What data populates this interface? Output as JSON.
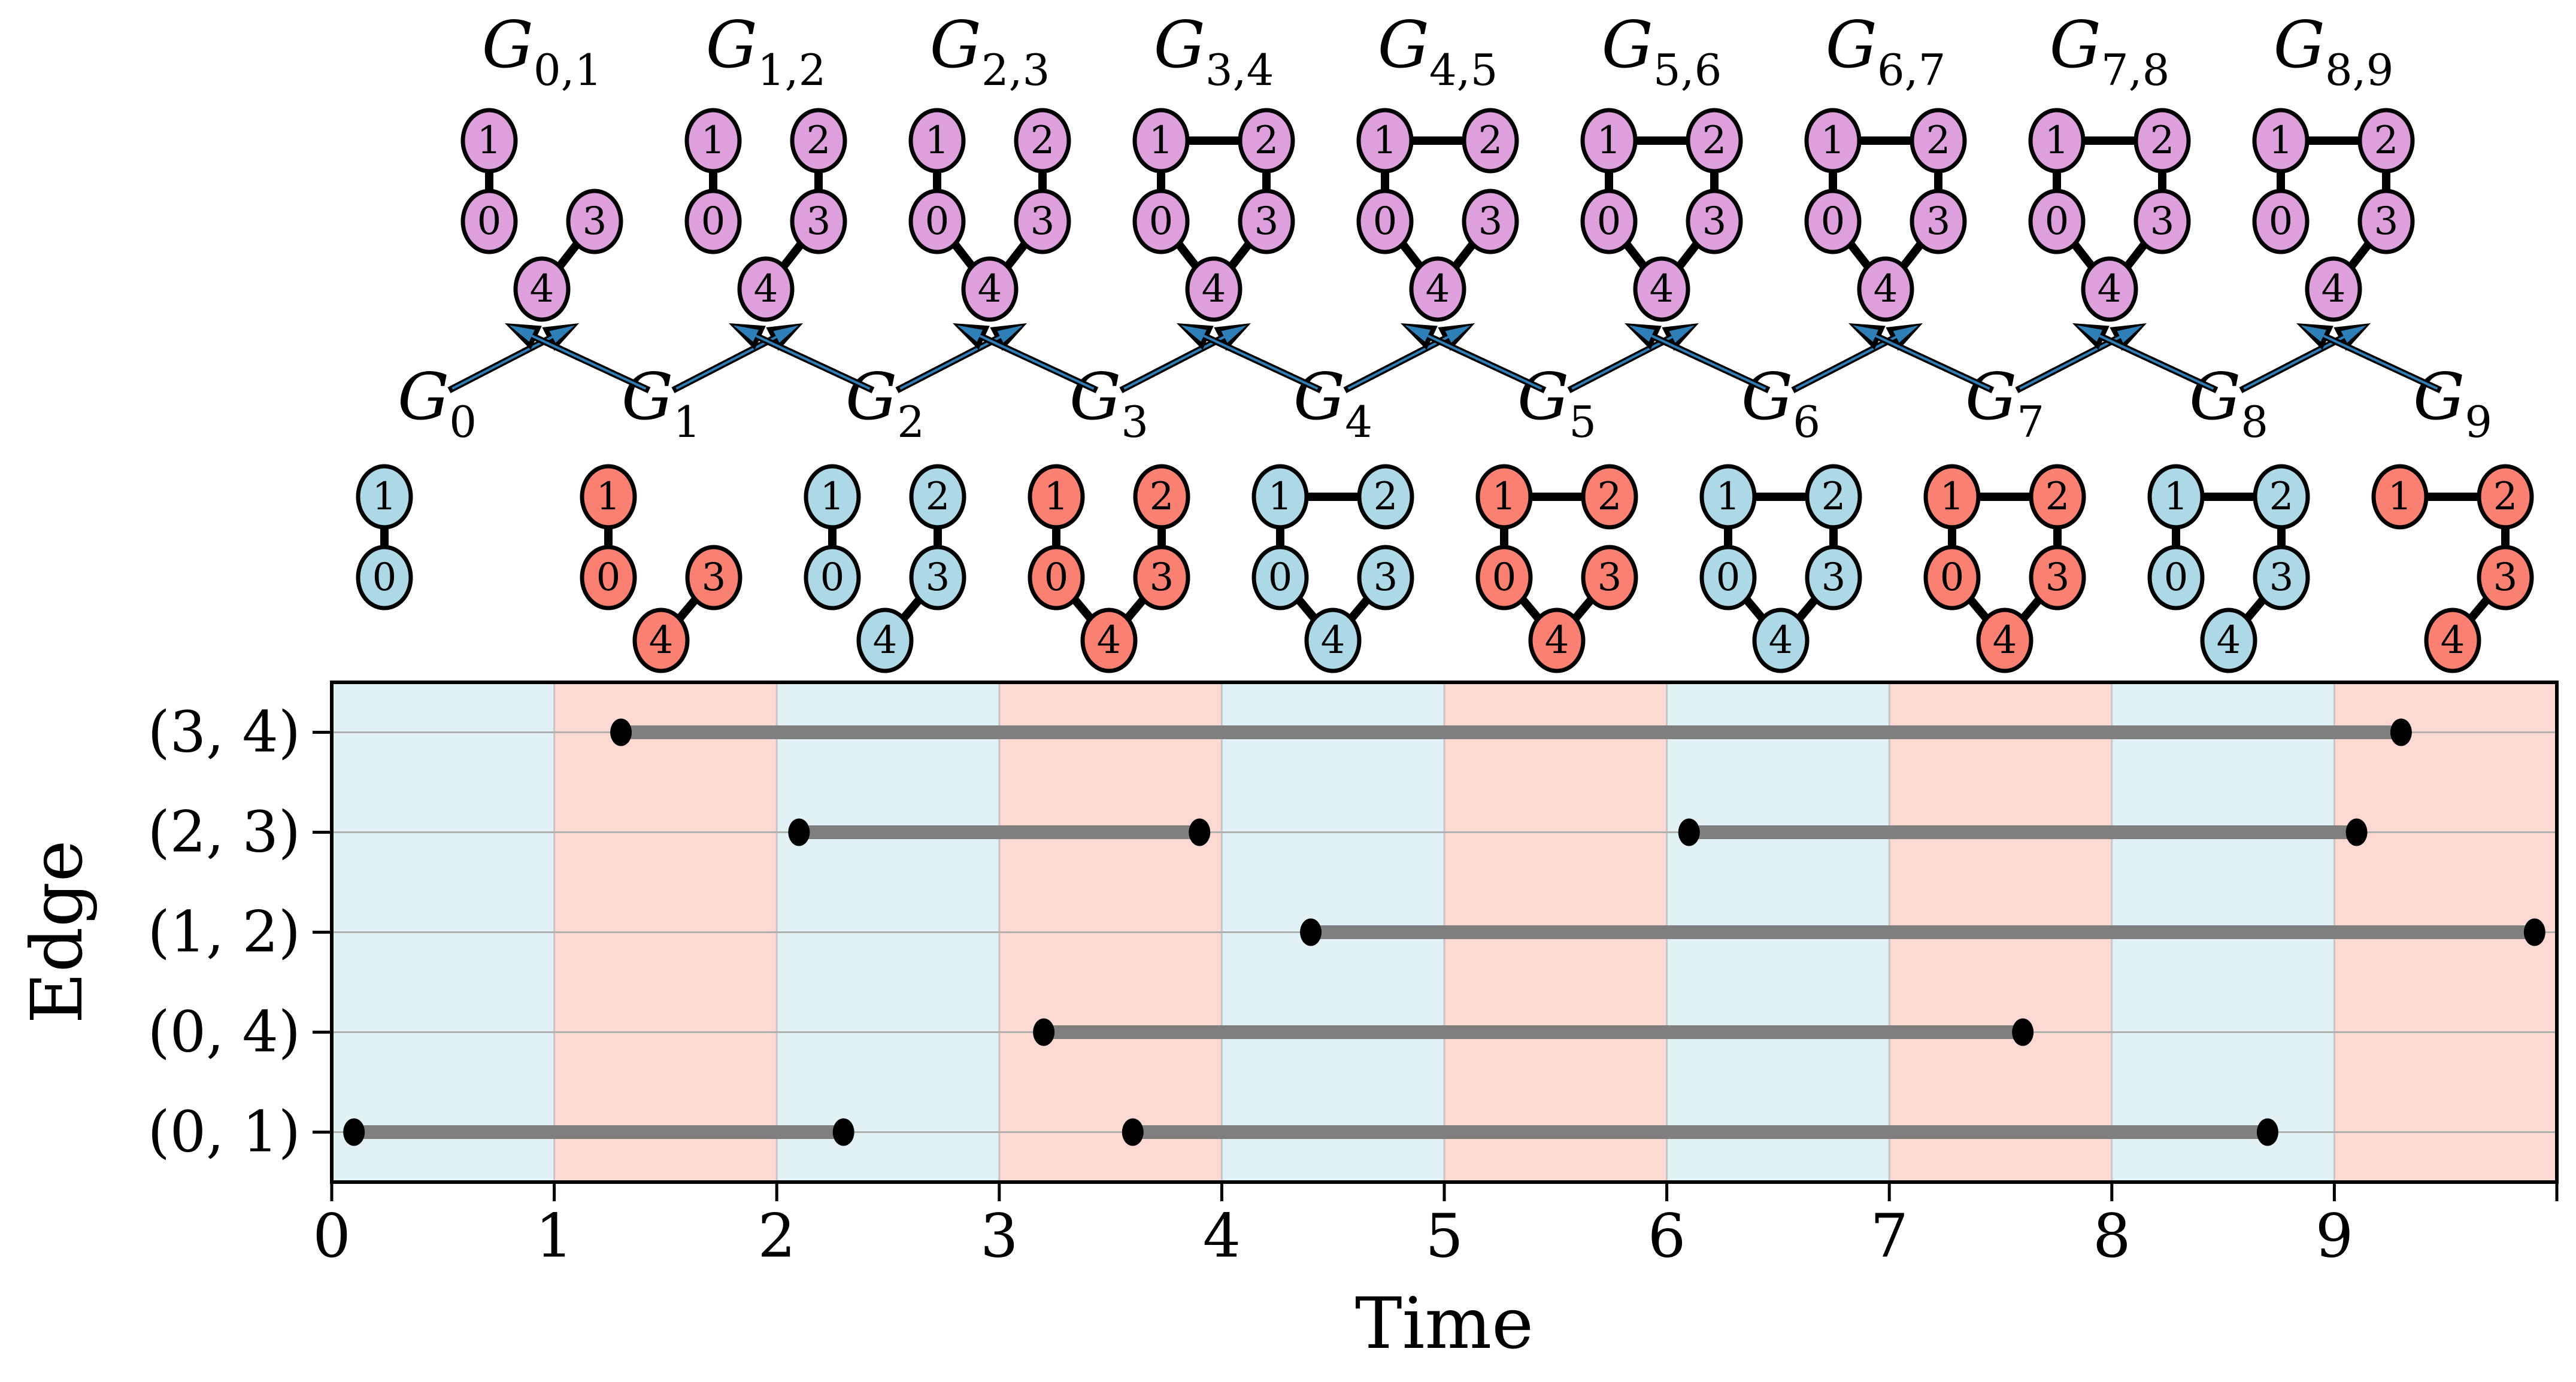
{
  "figure": {
    "description": "Temporal graph figure: union graphs (top, plum), snapshot graphs (middle, alternating blue/red), and edge-activity interval timeline (bottom)",
    "colors": {
      "union_node_fill": "#DDA0DD",
      "blue_node_fill": "#ADD8E6",
      "red_node_fill": "#FA8072",
      "node_border": "#000000",
      "graph_edge": "#000000",
      "node_label": "#000000",
      "arrow_black": "#000000",
      "arrow_blue": "#2E7EB8",
      "bar_gray": "#7F7F7F",
      "endpoint_dot": "#000000",
      "grid_gray": "#B0B0B0",
      "stripe_blue": "rgba(173,216,230,0.36)",
      "stripe_red": "rgba(250,128,114,0.30)",
      "stripe_boundary": "rgba(125,135,145,0.35)",
      "spine": "#000000"
    },
    "union_row": {
      "graphs": [
        {
          "label": "G",
          "sub": "0,1",
          "nodes": [
            "1",
            "0",
            "3",
            "4"
          ],
          "edges": [
            [
              "0",
              "1"
            ],
            [
              "3",
              "4"
            ]
          ]
        },
        {
          "label": "G",
          "sub": "1,2",
          "nodes": [
            "1",
            "2",
            "0",
            "3",
            "4"
          ],
          "edges": [
            [
              "0",
              "1"
            ],
            [
              "2",
              "3"
            ],
            [
              "3",
              "4"
            ]
          ]
        },
        {
          "label": "G",
          "sub": "2,3",
          "nodes": [
            "1",
            "2",
            "0",
            "3",
            "4"
          ],
          "edges": [
            [
              "0",
              "1"
            ],
            [
              "2",
              "3"
            ],
            [
              "0",
              "4"
            ],
            [
              "3",
              "4"
            ]
          ]
        },
        {
          "label": "G",
          "sub": "3,4",
          "nodes": [
            "1",
            "2",
            "0",
            "3",
            "4"
          ],
          "edges": [
            [
              "0",
              "1"
            ],
            [
              "1",
              "2"
            ],
            [
              "2",
              "3"
            ],
            [
              "0",
              "4"
            ],
            [
              "3",
              "4"
            ]
          ]
        },
        {
          "label": "G",
          "sub": "4,5",
          "nodes": [
            "1",
            "2",
            "0",
            "3",
            "4"
          ],
          "edges": [
            [
              "0",
              "1"
            ],
            [
              "1",
              "2"
            ],
            [
              "0",
              "4"
            ],
            [
              "3",
              "4"
            ]
          ]
        },
        {
          "label": "G",
          "sub": "5,6",
          "nodes": [
            "1",
            "2",
            "0",
            "3",
            "4"
          ],
          "edges": [
            [
              "0",
              "1"
            ],
            [
              "1",
              "2"
            ],
            [
              "2",
              "3"
            ],
            [
              "0",
              "4"
            ],
            [
              "3",
              "4"
            ]
          ]
        },
        {
          "label": "G",
          "sub": "6,7",
          "nodes": [
            "1",
            "2",
            "0",
            "3",
            "4"
          ],
          "edges": [
            [
              "0",
              "1"
            ],
            [
              "1",
              "2"
            ],
            [
              "2",
              "3"
            ],
            [
              "0",
              "4"
            ],
            [
              "3",
              "4"
            ]
          ]
        },
        {
          "label": "G",
          "sub": "7,8",
          "nodes": [
            "1",
            "2",
            "0",
            "3",
            "4"
          ],
          "edges": [
            [
              "0",
              "1"
            ],
            [
              "1",
              "2"
            ],
            [
              "2",
              "3"
            ],
            [
              "0",
              "4"
            ],
            [
              "3",
              "4"
            ]
          ]
        },
        {
          "label": "G",
          "sub": "8,9",
          "nodes": [
            "1",
            "2",
            "0",
            "3",
            "4"
          ],
          "edges": [
            [
              "0",
              "1"
            ],
            [
              "1",
              "2"
            ],
            [
              "2",
              "3"
            ],
            [
              "3",
              "4"
            ]
          ]
        }
      ]
    },
    "snapshot_row": {
      "graphs": [
        {
          "label": "G",
          "sub": "0",
          "color": "blue",
          "nodes": [
            "1",
            "0"
          ],
          "edges": [
            [
              "0",
              "1"
            ]
          ]
        },
        {
          "label": "G",
          "sub": "1",
          "color": "red",
          "nodes": [
            "1",
            "0",
            "3",
            "4"
          ],
          "edges": [
            [
              "0",
              "1"
            ],
            [
              "3",
              "4"
            ]
          ]
        },
        {
          "label": "G",
          "sub": "2",
          "color": "blue",
          "nodes": [
            "1",
            "2",
            "0",
            "3",
            "4"
          ],
          "edges": [
            [
              "0",
              "1"
            ],
            [
              "2",
              "3"
            ],
            [
              "3",
              "4"
            ]
          ]
        },
        {
          "label": "G",
          "sub": "3",
          "color": "red",
          "nodes": [
            "1",
            "2",
            "0",
            "3",
            "4"
          ],
          "edges": [
            [
              "0",
              "1"
            ],
            [
              "2",
              "3"
            ],
            [
              "0",
              "4"
            ],
            [
              "3",
              "4"
            ]
          ]
        },
        {
          "label": "G",
          "sub": "4",
          "color": "blue",
          "nodes": [
            "1",
            "2",
            "0",
            "3",
            "4"
          ],
          "edges": [
            [
              "0",
              "1"
            ],
            [
              "1",
              "2"
            ],
            [
              "0",
              "4"
            ],
            [
              "3",
              "4"
            ]
          ]
        },
        {
          "label": "G",
          "sub": "5",
          "color": "red",
          "nodes": [
            "1",
            "2",
            "0",
            "3",
            "4"
          ],
          "edges": [
            [
              "0",
              "1"
            ],
            [
              "1",
              "2"
            ],
            [
              "0",
              "4"
            ],
            [
              "3",
              "4"
            ]
          ]
        },
        {
          "label": "G",
          "sub": "6",
          "color": "blue",
          "nodes": [
            "1",
            "2",
            "0",
            "3",
            "4"
          ],
          "edges": [
            [
              "0",
              "1"
            ],
            [
              "1",
              "2"
            ],
            [
              "2",
              "3"
            ],
            [
              "0",
              "4"
            ],
            [
              "3",
              "4"
            ]
          ]
        },
        {
          "label": "G",
          "sub": "7",
          "color": "red",
          "nodes": [
            "1",
            "2",
            "0",
            "3",
            "4"
          ],
          "edges": [
            [
              "0",
              "1"
            ],
            [
              "1",
              "2"
            ],
            [
              "2",
              "3"
            ],
            [
              "0",
              "4"
            ],
            [
              "3",
              "4"
            ]
          ]
        },
        {
          "label": "G",
          "sub": "8",
          "color": "blue",
          "nodes": [
            "1",
            "2",
            "0",
            "3",
            "4"
          ],
          "edges": [
            [
              "0",
              "1"
            ],
            [
              "1",
              "2"
            ],
            [
              "2",
              "3"
            ],
            [
              "3",
              "4"
            ]
          ]
        },
        {
          "label": "G",
          "sub": "9",
          "color": "red",
          "nodes": [
            "1",
            "2",
            "3",
            "4"
          ],
          "edges": [
            [
              "1",
              "2"
            ],
            [
              "2",
              "3"
            ],
            [
              "3",
              "4"
            ]
          ]
        }
      ]
    },
    "arrows": {
      "meaning": "each snapshot graph points up to the union graphs it contributes to",
      "pairs_per_union": 2
    }
  },
  "chart_data": {
    "type": "interval-timeline",
    "title": "",
    "xlabel": "Time",
    "ylabel": "Edge",
    "categories_bottom_to_top": [
      "(0, 1)",
      "(0, 4)",
      "(1, 2)",
      "(2, 3)",
      "(3, 4)"
    ],
    "series": [
      {
        "edge": "(0, 1)",
        "intervals": [
          [
            0.1,
            2.3
          ],
          [
            3.6,
            8.7
          ]
        ]
      },
      {
        "edge": "(0, 4)",
        "intervals": [
          [
            3.2,
            7.6
          ]
        ]
      },
      {
        "edge": "(1, 2)",
        "intervals": [
          [
            4.4,
            9.9
          ]
        ]
      },
      {
        "edge": "(2, 3)",
        "intervals": [
          [
            2.1,
            3.9
          ],
          [
            6.1,
            9.1
          ]
        ]
      },
      {
        "edge": "(3, 4)",
        "intervals": [
          [
            1.3,
            9.3
          ]
        ]
      }
    ],
    "xticks": [
      "0",
      "1",
      "2",
      "3",
      "4",
      "5",
      "6",
      "7",
      "8",
      "9"
    ],
    "xlim": [
      0,
      10
    ],
    "grid": "horizontal",
    "legend": "none",
    "background_stripes": {
      "start": 0,
      "width": 1,
      "count": 10,
      "even": "stripe_blue",
      "odd": "stripe_red"
    }
  }
}
